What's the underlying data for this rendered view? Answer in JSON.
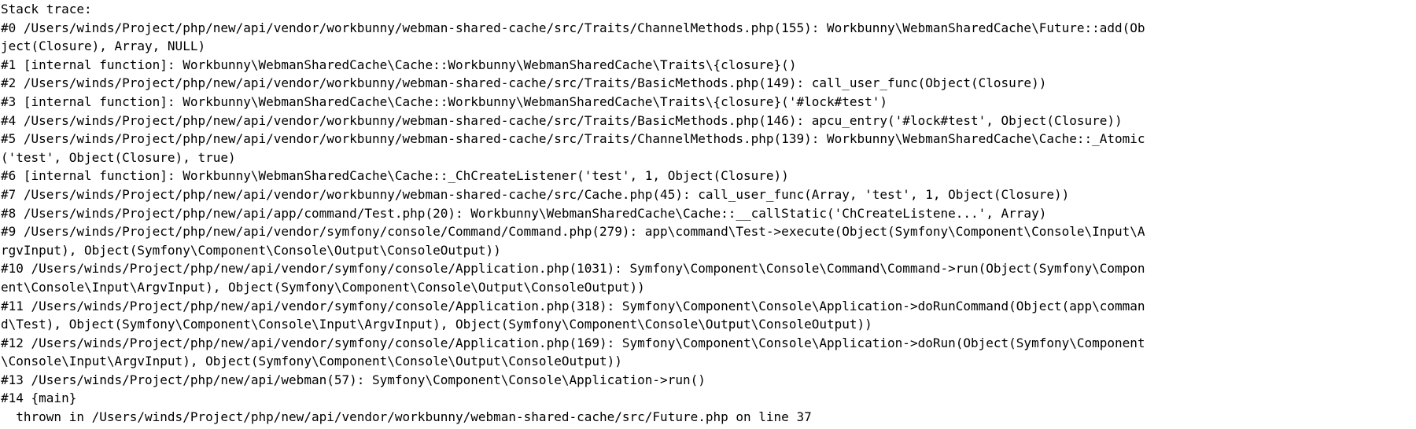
{
  "terminal": {
    "lines": [
      "Stack trace:",
      "#0 /Users/winds/Project/php/new/api/vendor/workbunny/webman-shared-cache/src/Traits/ChannelMethods.php(155): Workbunny\\WebmanSharedCache\\Future::add(Ob",
      "ject(Closure), Array, NULL)",
      "#1 [internal function]: Workbunny\\WebmanSharedCache\\Cache::Workbunny\\WebmanSharedCache\\Traits\\{closure}()",
      "#2 /Users/winds/Project/php/new/api/vendor/workbunny/webman-shared-cache/src/Traits/BasicMethods.php(149): call_user_func(Object(Closure))",
      "#3 [internal function]: Workbunny\\WebmanSharedCache\\Cache::Workbunny\\WebmanSharedCache\\Traits\\{closure}('#lock#test')",
      "#4 /Users/winds/Project/php/new/api/vendor/workbunny/webman-shared-cache/src/Traits/BasicMethods.php(146): apcu_entry('#lock#test', Object(Closure))",
      "#5 /Users/winds/Project/php/new/api/vendor/workbunny/webman-shared-cache/src/Traits/ChannelMethods.php(139): Workbunny\\WebmanSharedCache\\Cache::_Atomic",
      "('test', Object(Closure), true)",
      "#6 [internal function]: Workbunny\\WebmanSharedCache\\Cache::_ChCreateListener('test', 1, Object(Closure))",
      "#7 /Users/winds/Project/php/new/api/vendor/workbunny/webman-shared-cache/src/Cache.php(45): call_user_func(Array, 'test', 1, Object(Closure))",
      "#8 /Users/winds/Project/php/new/api/app/command/Test.php(20): Workbunny\\WebmanSharedCache\\Cache::__callStatic('ChCreateListene...', Array)",
      "#9 /Users/winds/Project/php/new/api/vendor/symfony/console/Command/Command.php(279): app\\command\\Test->execute(Object(Symfony\\Component\\Console\\Input\\A",
      "rgvInput), Object(Symfony\\Component\\Console\\Output\\ConsoleOutput))",
      "#10 /Users/winds/Project/php/new/api/vendor/symfony/console/Application.php(1031): Symfony\\Component\\Console\\Command\\Command->run(Object(Symfony\\Compon",
      "ent\\Console\\Input\\ArgvInput), Object(Symfony\\Component\\Console\\Output\\ConsoleOutput))",
      "#11 /Users/winds/Project/php/new/api/vendor/symfony/console/Application.php(318): Symfony\\Component\\Console\\Application->doRunCommand(Object(app\\comman",
      "d\\Test), Object(Symfony\\Component\\Console\\Input\\ArgvInput), Object(Symfony\\Component\\Console\\Output\\ConsoleOutput))",
      "#12 /Users/winds/Project/php/new/api/vendor/symfony/console/Application.php(169): Symfony\\Component\\Console\\Application->doRun(Object(Symfony\\Component",
      "\\Console\\Input\\ArgvInput), Object(Symfony\\Component\\Console\\Output\\ConsoleOutput))",
      "#13 /Users/winds/Project/php/new/api/webman(57): Symfony\\Component\\Console\\Application->run()",
      "#14 {main}",
      "  thrown in /Users/winds/Project/php/new/api/vendor/workbunny/webman-shared-cache/src/Future.php on line 37"
    ]
  }
}
